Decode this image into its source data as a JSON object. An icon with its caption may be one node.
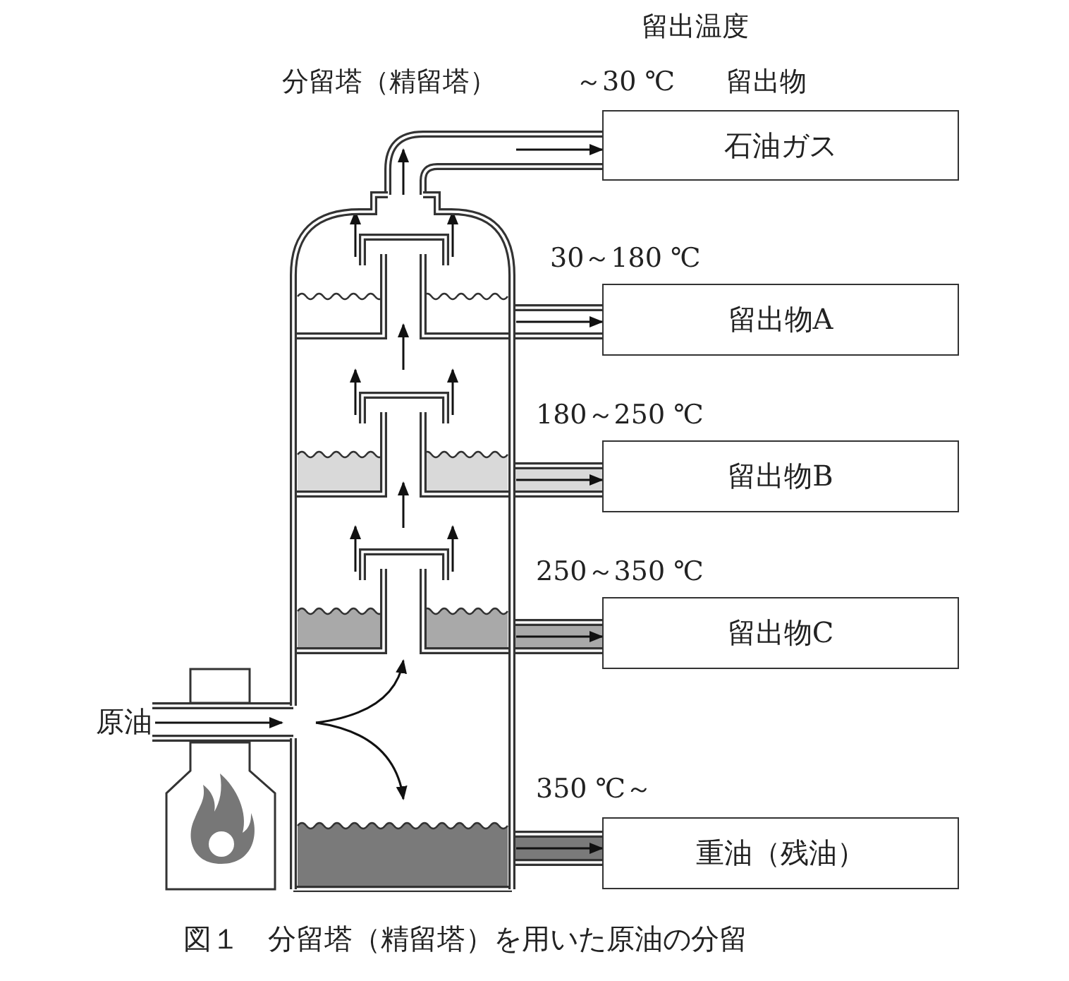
{
  "diagram": {
    "caption": "図１　分留塔（精留塔）を用いた原油の分留",
    "nodes": [
      {
        "text": [
          "分留塔（精留塔）"
        ]
      },
      {
        "text": [
          "石油ガス"
        ]
      },
      {
        "text": [
          "留出物A"
        ]
      },
      {
        "text": [
          "留出物B"
        ]
      },
      {
        "text": [
          "留出物C"
        ]
      },
      {
        "text": [
          "重油（残油）"
        ]
      },
      {
        "text": [
          "原油"
        ]
      }
    ],
    "edges": [
      {
        "from": 0,
        "to": 1,
        "arrow": "to"
      },
      {
        "from": 0,
        "to": 2,
        "arrow": "to"
      },
      {
        "from": 0,
        "to": 3,
        "arrow": "to"
      },
      {
        "from": 0,
        "to": 4,
        "arrow": "to"
      },
      {
        "from": 0,
        "to": 5,
        "arrow": "to"
      },
      {
        "from": 6,
        "to": 0,
        "arrow": "to"
      }
    ],
    "labels": [
      "留出温度",
      "～30 ℃",
      "留出物",
      "30～180 ℃",
      "180～250 ℃",
      "250～350 ℃",
      "350 ℃～"
    ]
  }
}
